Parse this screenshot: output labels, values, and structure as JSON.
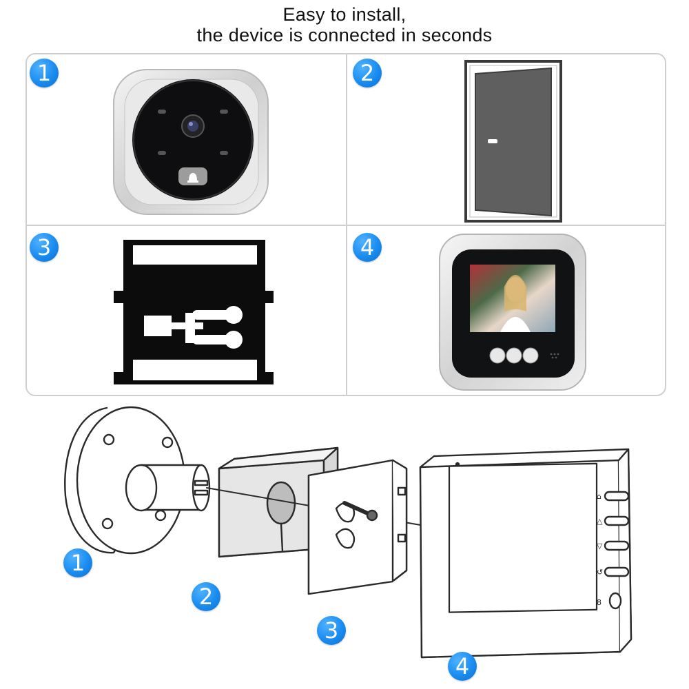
{
  "header": {
    "line1": "Easy to install,",
    "line2": "the device is connected in seconds"
  },
  "steps": [
    {
      "number": "1"
    },
    {
      "number": "2"
    },
    {
      "number": "3"
    },
    {
      "number": "4"
    }
  ],
  "diagram": {
    "labels": [
      "1",
      "2",
      "3",
      "4"
    ]
  },
  "colors": {
    "badge": "#1a8cf0",
    "border": "#cfcfcf",
    "door": "#5f5f5f"
  }
}
